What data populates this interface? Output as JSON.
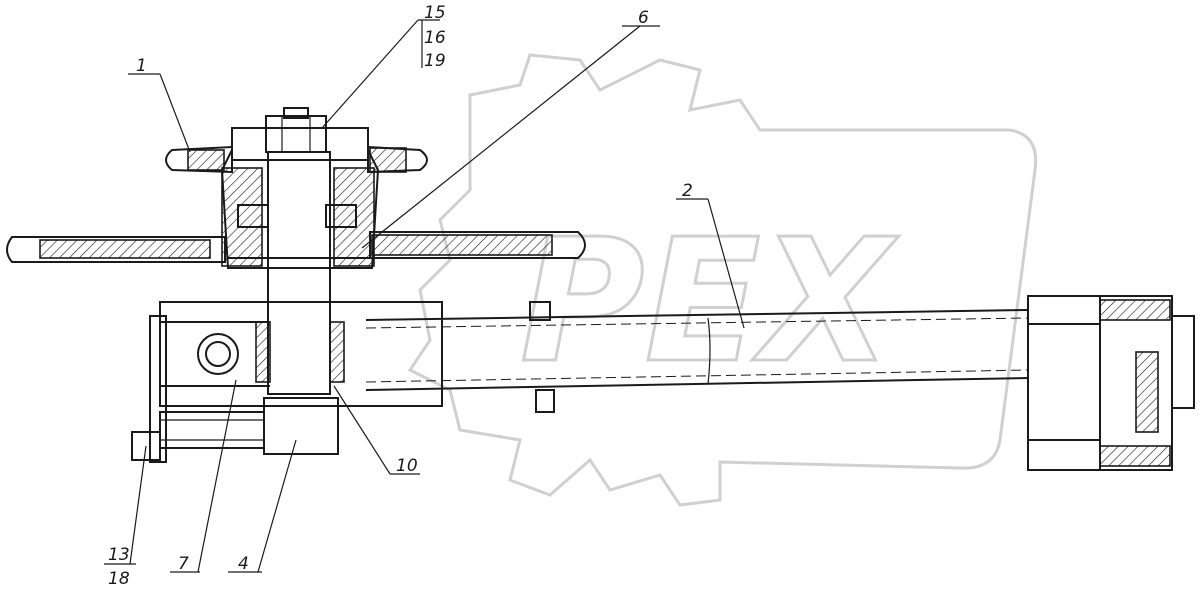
{
  "watermark": {
    "text": "PEX"
  },
  "callouts": {
    "c1": "1",
    "c15": "15",
    "c16": "16",
    "c19": "19",
    "c6": "6",
    "c2": "2",
    "c10": "10",
    "c4": "4",
    "c7": "7",
    "c13": "13",
    "c18": "18"
  }
}
